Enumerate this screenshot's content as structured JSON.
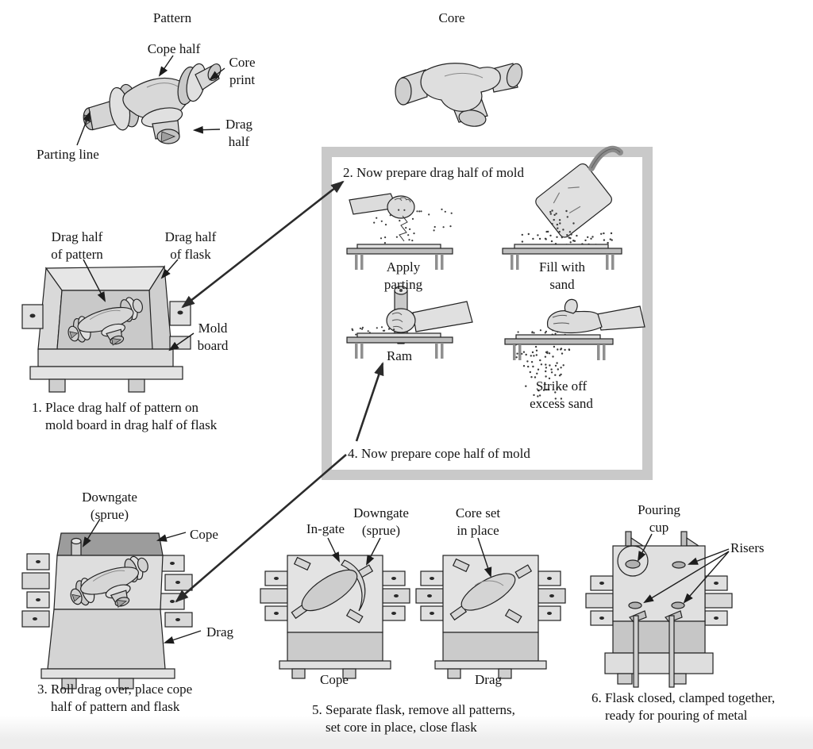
{
  "figure": {
    "pattern": {
      "title": "Pattern",
      "labels": {
        "cope_half": "Cope half",
        "core_print": "Core\nprint",
        "drag_half": "Drag\nhalf",
        "parting_line": "Parting line"
      }
    },
    "core": {
      "title": "Core"
    },
    "step1": {
      "labels": {
        "drag_half_pattern": "Drag half\nof pattern",
        "drag_half_flask": "Drag half\nof flask",
        "mold_board": "Mold\nboard"
      },
      "caption": "1. Place drag half of pattern on\n    mold board in drag half of flask"
    },
    "mold_box": {
      "step2": "2. Now prepare drag half of mold",
      "step4": "4. Now prepare cope half of mold",
      "labels": {
        "apply_parting": "Apply\nparting",
        "fill_sand": "Fill with\nsand",
        "ram": "Ram",
        "strike_off": "Strike off\nexcess sand"
      }
    },
    "step3": {
      "labels": {
        "downgate": "Downgate\n(sprue)",
        "cope": "Cope",
        "drag": "Drag"
      },
      "caption": "3. Roll drag over, place cope\n    half of pattern and flask"
    },
    "step5": {
      "labels": {
        "in_gate": "In-gate",
        "downgate": "Downgate\n(sprue)",
        "core_set": "Core set\nin place",
        "cope": "Cope",
        "drag": "Drag"
      },
      "caption": "5. Separate flask, remove all patterns,\n    set core in place, close flask"
    },
    "step6": {
      "labels": {
        "pouring_cup": "Pouring\ncup",
        "risers": "Risers"
      },
      "caption": "6. Flask closed, clamped together,\n    ready for pouring of metal"
    }
  },
  "colors": {
    "frame_gray": "#c9c9c9",
    "outline": "#222222",
    "fill_light": "#e2e2e2",
    "fill_mid": "#cfcfcf",
    "fill_dark": "#9c9c9c",
    "arrow": "#2b2b2b",
    "text": "#141414"
  }
}
